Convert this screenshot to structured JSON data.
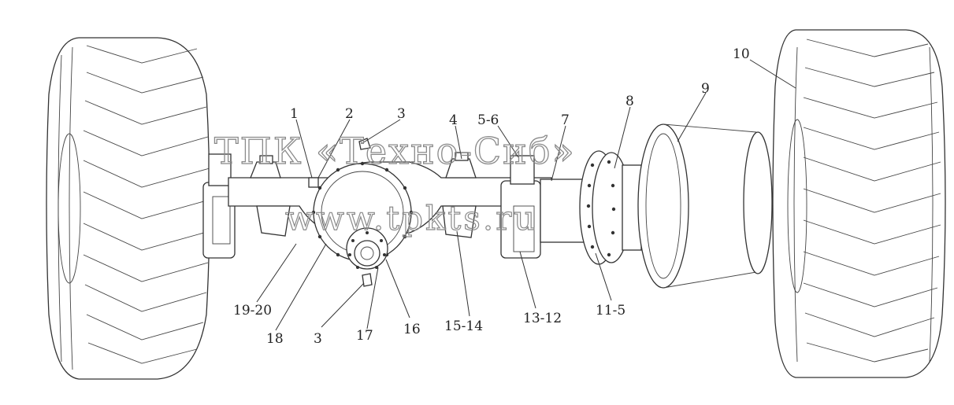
{
  "watermark": {
    "company": "ТПК «Техно-Сиб»",
    "website": "www.tpkts.ru"
  },
  "callouts": [
    {
      "id": "c1",
      "label": "1"
    },
    {
      "id": "c2",
      "label": "2"
    },
    {
      "id": "c3top",
      "label": "3"
    },
    {
      "id": "c4",
      "label": "4"
    },
    {
      "id": "c5_6",
      "label": "5-6"
    },
    {
      "id": "c7",
      "label": "7"
    },
    {
      "id": "c8",
      "label": "8"
    },
    {
      "id": "c9",
      "label": "9"
    },
    {
      "id": "c10",
      "label": "10"
    },
    {
      "id": "c11_5",
      "label": "11-5"
    },
    {
      "id": "c13_12",
      "label": "13-12"
    },
    {
      "id": "c15_14",
      "label": "15-14"
    },
    {
      "id": "c16",
      "label": "16"
    },
    {
      "id": "c17",
      "label": "17"
    },
    {
      "id": "c3bot",
      "label": "3"
    },
    {
      "id": "c18",
      "label": "18"
    },
    {
      "id": "c19_20",
      "label": "19-20"
    }
  ],
  "colors": {
    "line": "#333333",
    "watermark": "#8a8a8a",
    "background": "#ffffff"
  }
}
